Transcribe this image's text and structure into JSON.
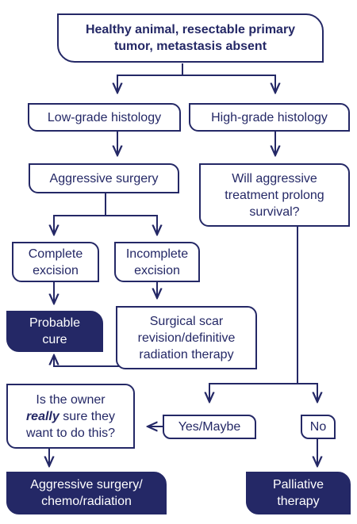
{
  "colors": {
    "navy": "#242866",
    "white": "#ffffff"
  },
  "nodes": {
    "start": {
      "line1": "Healthy animal, resectable primary",
      "line2": "tumor, metastasis absent"
    },
    "low_grade": "Low-grade histology",
    "high_grade": "High-grade histology",
    "aggressive_surgery": "Aggressive surgery",
    "will_prolong": {
      "line1": "Will aggressive",
      "line2": "treatment prolong",
      "line3": "survival?"
    },
    "complete_excision": {
      "line1": "Complete",
      "line2": "excision"
    },
    "incomplete_excision": {
      "line1": "Incomplete",
      "line2": "excision"
    },
    "probable_cure": {
      "line1": "Probable",
      "line2": "cure"
    },
    "scar_revision": {
      "line1": "Surgical scar",
      "line2": "revision/definitive",
      "line3": "radiation therapy"
    },
    "owner_sure": {
      "line1": "Is the owner",
      "line2_emph": "really",
      "line2_rest": " sure they",
      "line3": "want to do this?"
    },
    "yes_maybe": "Yes/Maybe",
    "no": "No",
    "aggressive_combo": {
      "line1": "Aggressive surgery/",
      "line2": "chemo/radiation"
    },
    "palliative": {
      "line1": "Palliative",
      "line2": "therapy"
    }
  }
}
